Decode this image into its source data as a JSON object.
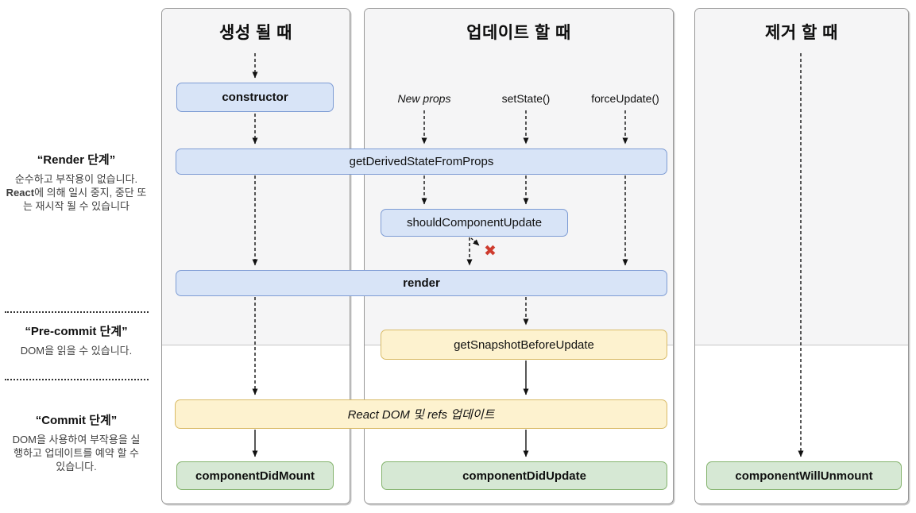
{
  "sidebar": {
    "render_phase": {
      "title": "“Render 단계”",
      "body_before": "순수하고 부작용이 없습니다. ",
      "body_bold": "React",
      "body_after": "에 의해 일시 중지, 중단 또는 재시작 될 수 있습니다"
    },
    "precommit_phase": {
      "title": "“Pre-commit 단계”",
      "body": "DOM을 읽을 수 있습니다."
    },
    "commit_phase": {
      "title": "“Commit 단계”",
      "body": "DOM을 사용하여 부작용을 실행하고 업데이트를 예약 할 수 있습니다."
    }
  },
  "columns": {
    "mount": {
      "title": "생성 될 때"
    },
    "update": {
      "title": "업데이트 할 때"
    },
    "unmount": {
      "title": "제거 할 때"
    }
  },
  "triggers": {
    "new_props": "New props",
    "set_state": "setState()",
    "force_update": "forceUpdate()"
  },
  "nodes": {
    "constructor": "constructor",
    "get_derived_state_from_props": "getDerivedStateFromProps",
    "should_component_update": "shouldComponentUpdate",
    "render": "render",
    "get_snapshot_before_update": "getSnapshotBeforeUpdate",
    "react_dom_refs_update": "React DOM 및 refs 업데이트",
    "component_did_mount": "componentDidMount",
    "component_did_update": "componentDidUpdate",
    "component_will_unmount": "componentWillUnmount"
  },
  "icons": {
    "x_mark": "✖"
  },
  "colors": {
    "node_blue_fill": "#d8e4f7",
    "node_blue_border": "#7e9cd4",
    "node_yellow_fill": "#fdf2cf",
    "node_yellow_border": "#d9bb67",
    "node_green_fill": "#d6e8d4",
    "node_green_border": "#84b36d",
    "x_mark_red": "#ce3b2e",
    "panel_gray": "#f5f5f6"
  }
}
